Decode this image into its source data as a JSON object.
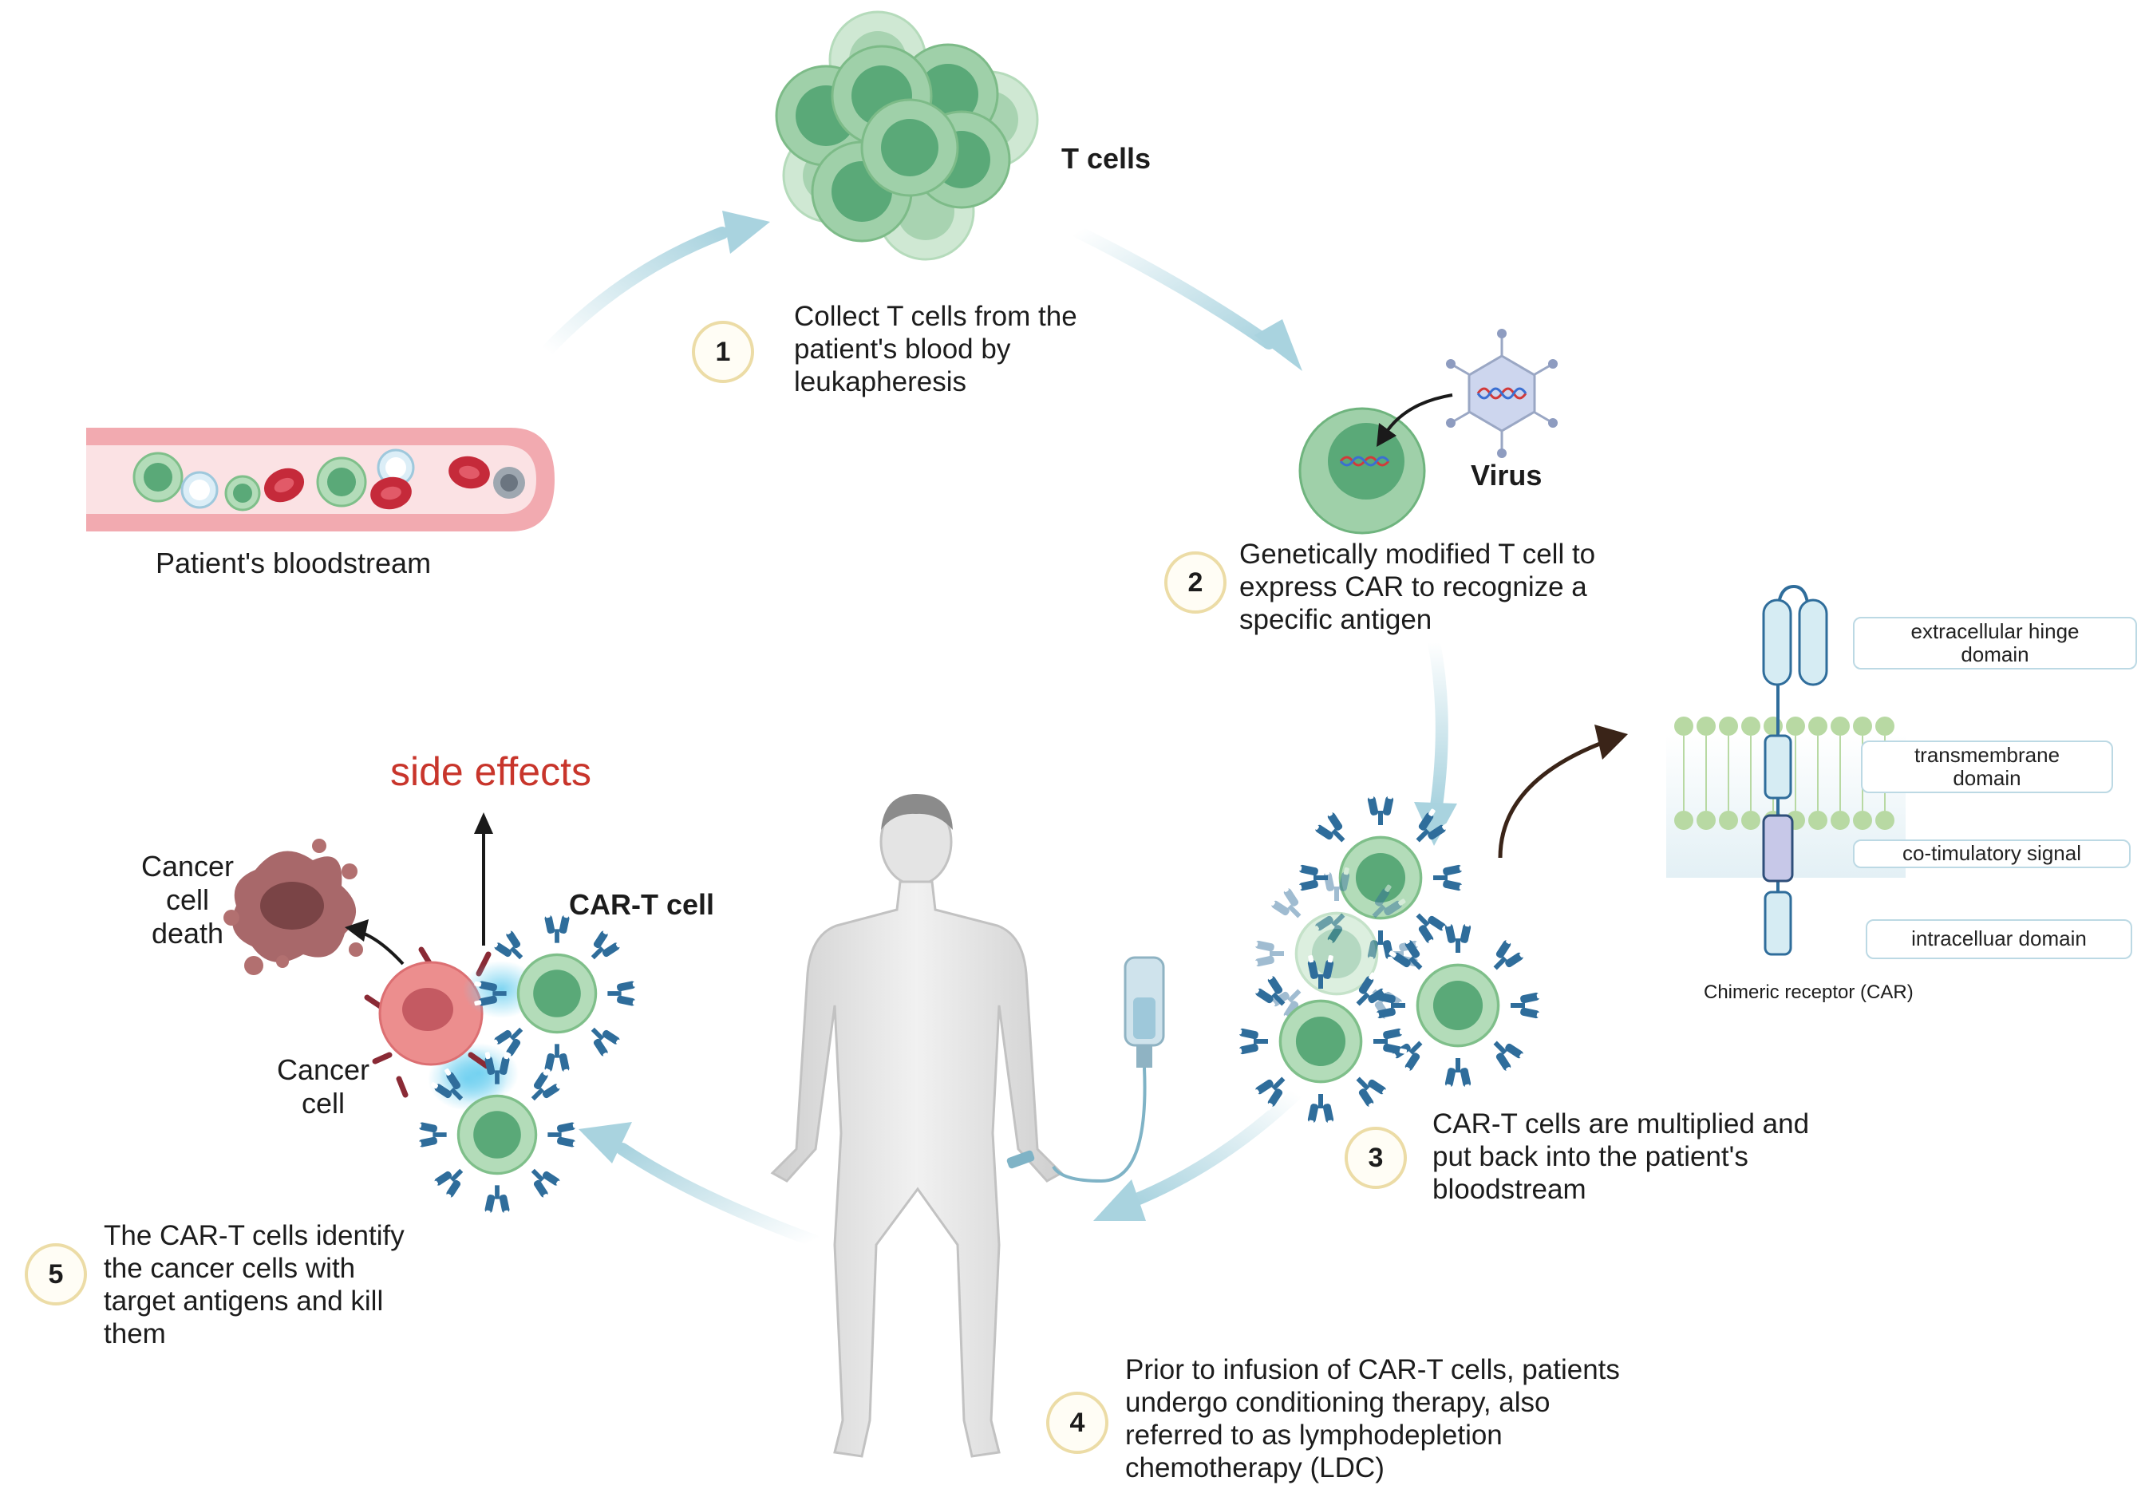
{
  "labels": {
    "t_cells": "T cells",
    "virus": "Virus",
    "bloodstream": "Patient's bloodstream",
    "side_effects": "side effects",
    "cancer_cell_death": [
      "Cancer",
      "cell",
      "death"
    ],
    "car_t_cell": "CAR-T cell",
    "cancer_cell": [
      "Cancer",
      "cell"
    ],
    "car_caption": "Chimeric receptor (CAR)"
  },
  "car_domains": [
    "extracellular hinge\ndomain",
    "transmembrane\ndomain",
    "co-timulatory signal",
    "intracelluar domain"
  ],
  "steps": [
    {
      "number": "1",
      "lines": [
        "Collect T cells from the",
        "patient's blood by",
        "leukapheresis"
      ]
    },
    {
      "number": "2",
      "lines": [
        "Genetically modified T cell to",
        "express CAR to recognize a",
        "specific antigen"
      ]
    },
    {
      "number": "3",
      "lines": [
        "CAR-T cells are multiplied and",
        "put back into the patient's",
        "bloodstream"
      ]
    },
    {
      "number": "4",
      "lines": [
        "Prior to infusion of CAR-T cells, patients",
        "undergo conditioning therapy, also",
        "referred to as lymphodepletion",
        "chemotherapy (LDC)"
      ]
    },
    {
      "number": "5",
      "lines": [
        "The CAR-T cells identify",
        "the cancer cells with",
        "target antigens and kill",
        "them"
      ]
    }
  ],
  "colors": {
    "arrow": "#a9d3df",
    "tcell_outer": "#b3dcb9",
    "tcell_nucleus": "#5aa978",
    "receptor": "#2f6d9b",
    "cancer": "#ec8e8e",
    "rbc": "#c52a3a",
    "vessel": "#f2aab0",
    "side_effects": "#c8352b"
  }
}
